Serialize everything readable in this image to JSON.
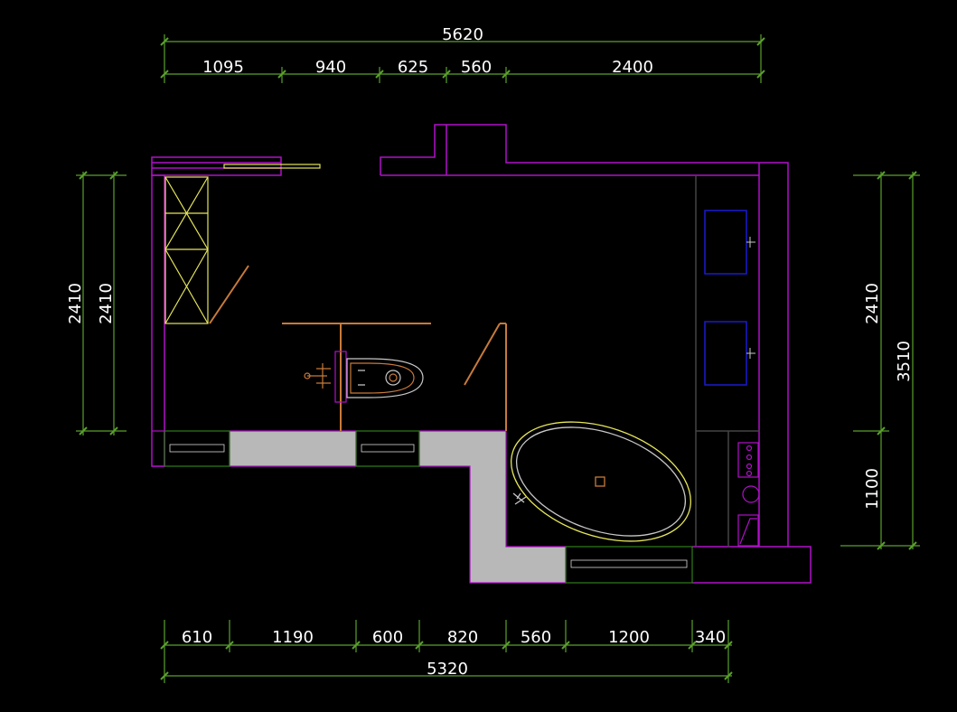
{
  "colors": {
    "background": "#000000",
    "dimension": "#5aa02c",
    "wall": "#b010c8",
    "fixture": "#c87a3a",
    "cabinet": "#e6e65a",
    "basin": "#1a1ad0",
    "glass": "#2e7d1a",
    "fill": "#b8b8b8",
    "text": "#ffffff",
    "detail": "#c8c8c8"
  },
  "dimensions": {
    "top_total": "5620",
    "top_segments": [
      "1095",
      "940",
      "625",
      "560",
      "2400"
    ],
    "bottom_segments": [
      "610",
      "1190",
      "600",
      "820",
      "560",
      "1200",
      "340"
    ],
    "bottom_total": "5320",
    "left_outer": "2410",
    "left_inner": "2410",
    "right_inner": [
      "2410",
      "1100"
    ],
    "right_outer": "3510"
  }
}
